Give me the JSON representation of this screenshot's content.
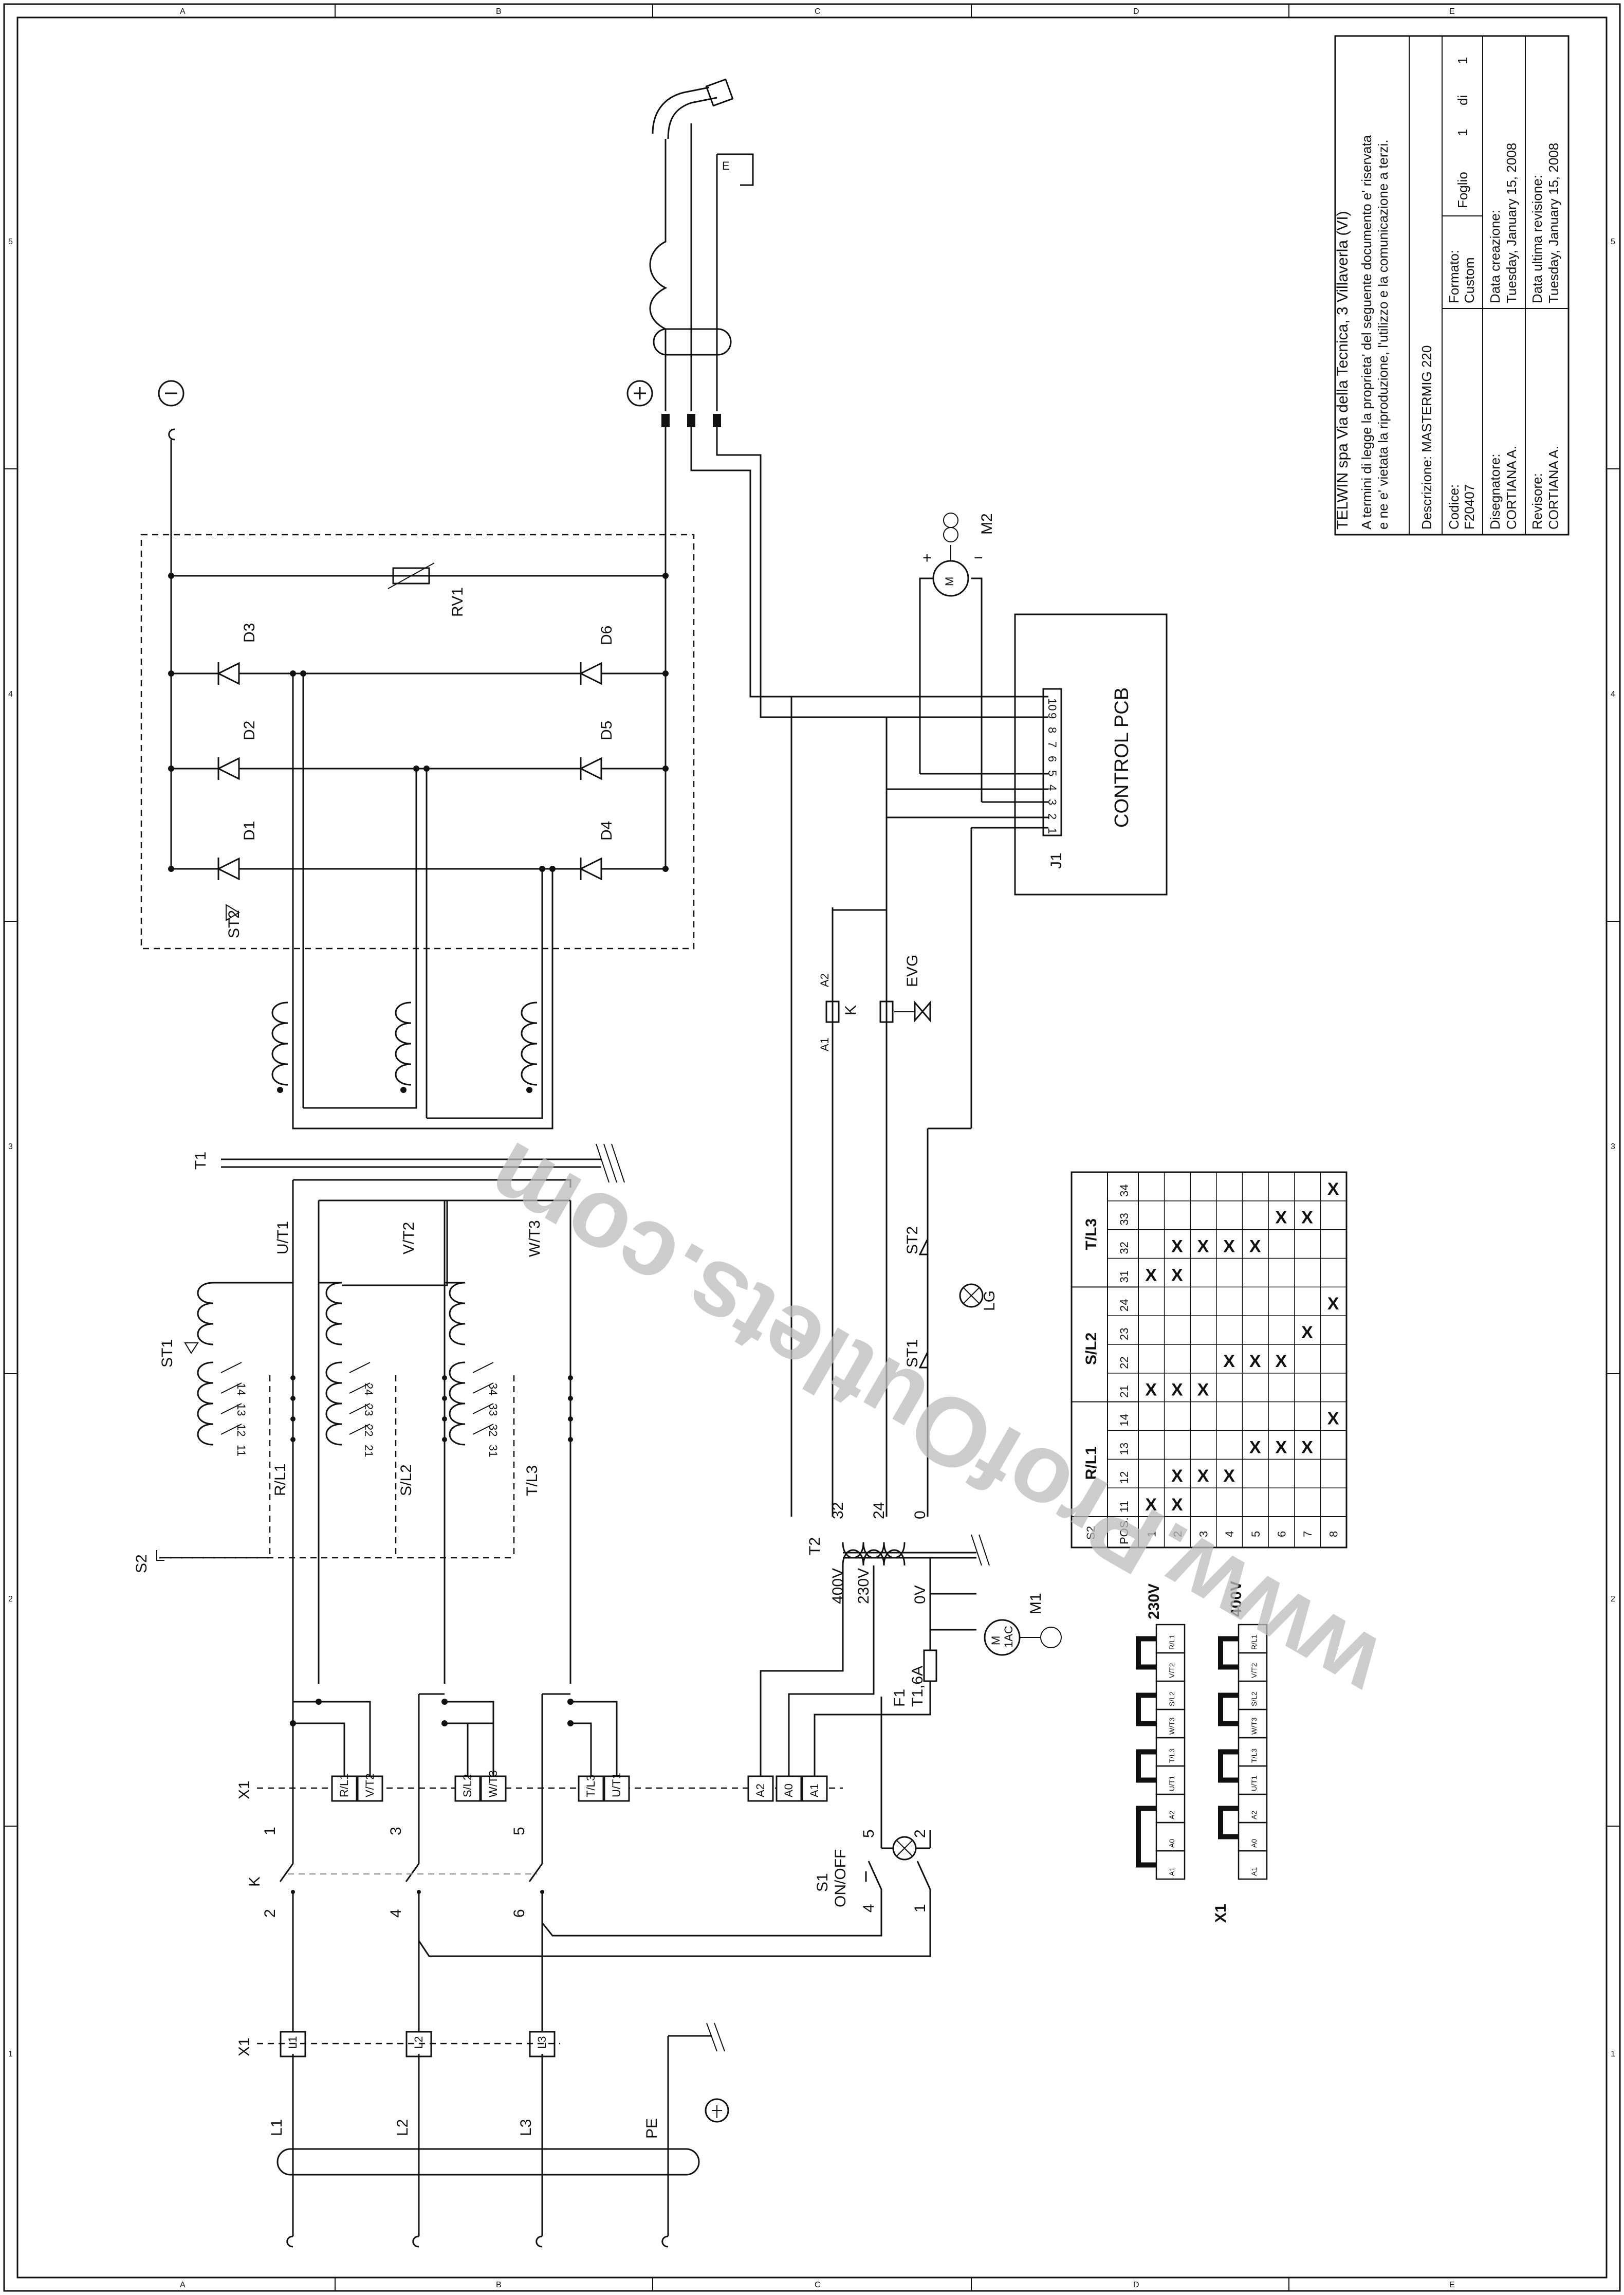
{
  "title_block": {
    "company": "TELWIN spa Via della Tecnica, 3 Villaverla (VI)",
    "notice_line1": "A termini di legge la proprieta' del seguente documento e' riservata",
    "notice_line2": "e ne e' vietata la riproduzione, l'utilizzo e la comunicazione a terzi.",
    "description": "Descrizione: MASTERMIG 220",
    "code_label": "Codice:",
    "code_value": "F20407",
    "format_label": "Formato:",
    "format_value": "Custom",
    "sheet_label": "Foglio",
    "sheet_num": "1",
    "sheet_of": "di",
    "sheet_total": "1",
    "designer_label": "Disegnatore:",
    "designer": "CORTIANA A.",
    "reviser_label": "Revisore:",
    "reviser": "CORTIANA A.",
    "created_label": "Data creazione:",
    "created": "Tuesday, January 15, 2008",
    "revised_label": "Data ultima revisione:",
    "revised": "Tuesday, January 15, 2008"
  },
  "border": {
    "columns": [
      "A",
      "B",
      "C",
      "D",
      "E"
    ],
    "rows": [
      "1",
      "2",
      "3",
      "4",
      "5"
    ]
  },
  "watermark": "www.ProfOutlets.com",
  "labels": {
    "minus": "⊖",
    "plus": "⊕",
    "rv1": "RV1",
    "d1": "D1",
    "d2": "D2",
    "d3": "D3",
    "d4": "D4",
    "d5": "D5",
    "d6": "D6",
    "st2": "ST2",
    "st1": "ST1",
    "t1": "T1",
    "ut1": "U/T1",
    "vt2": "V/T2",
    "wt3": "W/T3",
    "rl1": "R/L1",
    "sl2": "S/L2",
    "tl3": "T/L3",
    "s2": "S2",
    "k": "K",
    "x1": "X1",
    "l1": "L1",
    "l2": "L2",
    "l3": "L3",
    "pe": "PE",
    "s1": "S1",
    "onoff": "ON/OFF",
    "t2": "T2",
    "v400": "400V",
    "v230": "230V",
    "v0": "0V",
    "t32": "32",
    "t24": "24",
    "t0": "0",
    "f1": "F1",
    "f1val": "T1,6A",
    "m1": "M1",
    "m1ac": "M",
    "m1sub": "1AC",
    "m2": "M2",
    "evg": "EVG",
    "lg": "LG",
    "a1": "A1",
    "a2": "A2",
    "j1": "J1",
    "control_pcb": "CONTROL PCB",
    "e_label": "E",
    "n1": "1",
    "n2": "2",
    "n3": "3",
    "n4": "4",
    "n5": "5",
    "n6": "6",
    "c11": "11",
    "c12": "12",
    "c13": "13",
    "c14": "14",
    "c21": "21",
    "c22": "22",
    "c23": "23",
    "c24": "24",
    "c31": "31",
    "c32": "32",
    "c33": "33",
    "c34": "34",
    "v230b": "230V",
    "v400b": "400V",
    "x1b": "X1"
  },
  "terminals_x1_top": [
    "R/L1",
    "V/T2",
    "S/L2",
    "W/T3",
    "T/L3",
    "U/T1",
    "A2",
    "A0",
    "A1"
  ],
  "terminals_x1_bottom": [
    "L1",
    "L2",
    "L3"
  ],
  "strip_230": [
    "A1",
    "A0",
    "A2",
    "U/T1",
    "T/L3",
    "W/T3",
    "S/L2",
    "V/T2",
    "R/L1"
  ],
  "strip_400": [
    "A1",
    "A0",
    "A2",
    "U/T1",
    "T/L3",
    "W/T3",
    "S/L2",
    "V/T2",
    "R/L1"
  ],
  "pin_numbers": [
    "1",
    "2",
    "3",
    "4",
    "5",
    "6",
    "7",
    "8",
    "9",
    "10"
  ],
  "switch_table": {
    "corner": "S2",
    "groups": [
      "R/L1",
      "S/L2",
      "T/L3"
    ],
    "pos_header": "POS.",
    "contacts": [
      "11",
      "12",
      "13",
      "14",
      "21",
      "22",
      "23",
      "24",
      "31",
      "32",
      "33",
      "34"
    ],
    "positions": [
      "1",
      "2",
      "3",
      "4",
      "5",
      "6",
      "7",
      "8"
    ],
    "closed": {
      "1": [
        "11",
        "21",
        "31"
      ],
      "2": [
        "11",
        "12",
        "21",
        "31",
        "32"
      ],
      "3": [
        "12",
        "21",
        "32"
      ],
      "4": [
        "12",
        "22",
        "32"
      ],
      "5": [
        "13",
        "22",
        "32"
      ],
      "6": [
        "13",
        "22",
        "33"
      ],
      "7": [
        "13",
        "23",
        "33"
      ],
      "8": [
        "14",
        "24",
        "34"
      ]
    },
    "mark": "X"
  }
}
